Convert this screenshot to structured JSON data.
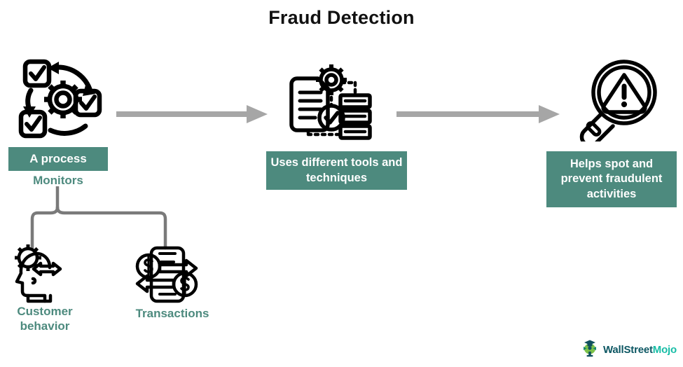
{
  "page": {
    "title": "Fraud Detection",
    "background_color": "#ffffff",
    "accent_color": "#4d8a7e",
    "arrow_color": "#a6a6a6",
    "icon_color": "#000000"
  },
  "flow": {
    "steps": [
      {
        "id": "step-1",
        "icon": "process-cycle-icon",
        "box_label": "A process",
        "sub_label": "Monitors"
      },
      {
        "id": "step-2",
        "icon": "tools-document-gear-icon",
        "box_label": "Uses different tools and techniques"
      },
      {
        "id": "step-3",
        "icon": "magnifier-alert-icon",
        "box_label": "Helps spot and prevent fraudulent activities"
      }
    ],
    "connectors": [
      {
        "id": "arrow-1",
        "type": "arrow-right",
        "color": "#a6a6a6"
      },
      {
        "id": "arrow-2",
        "type": "arrow-right",
        "color": "#a6a6a6"
      }
    ]
  },
  "branches": {
    "connector": "curly-brace-down",
    "connector_color": "#7a7a7a",
    "items": [
      {
        "id": "branch-1",
        "icon": "head-gear-icon",
        "label": "Customer behavior"
      },
      {
        "id": "branch-2",
        "icon": "money-exchange-icon",
        "label": "Transactions"
      }
    ]
  },
  "logo": {
    "icon": "wallstreetmojo-mascot-icon",
    "text_primary": "WallStreet",
    "text_accent": "Mojo"
  }
}
